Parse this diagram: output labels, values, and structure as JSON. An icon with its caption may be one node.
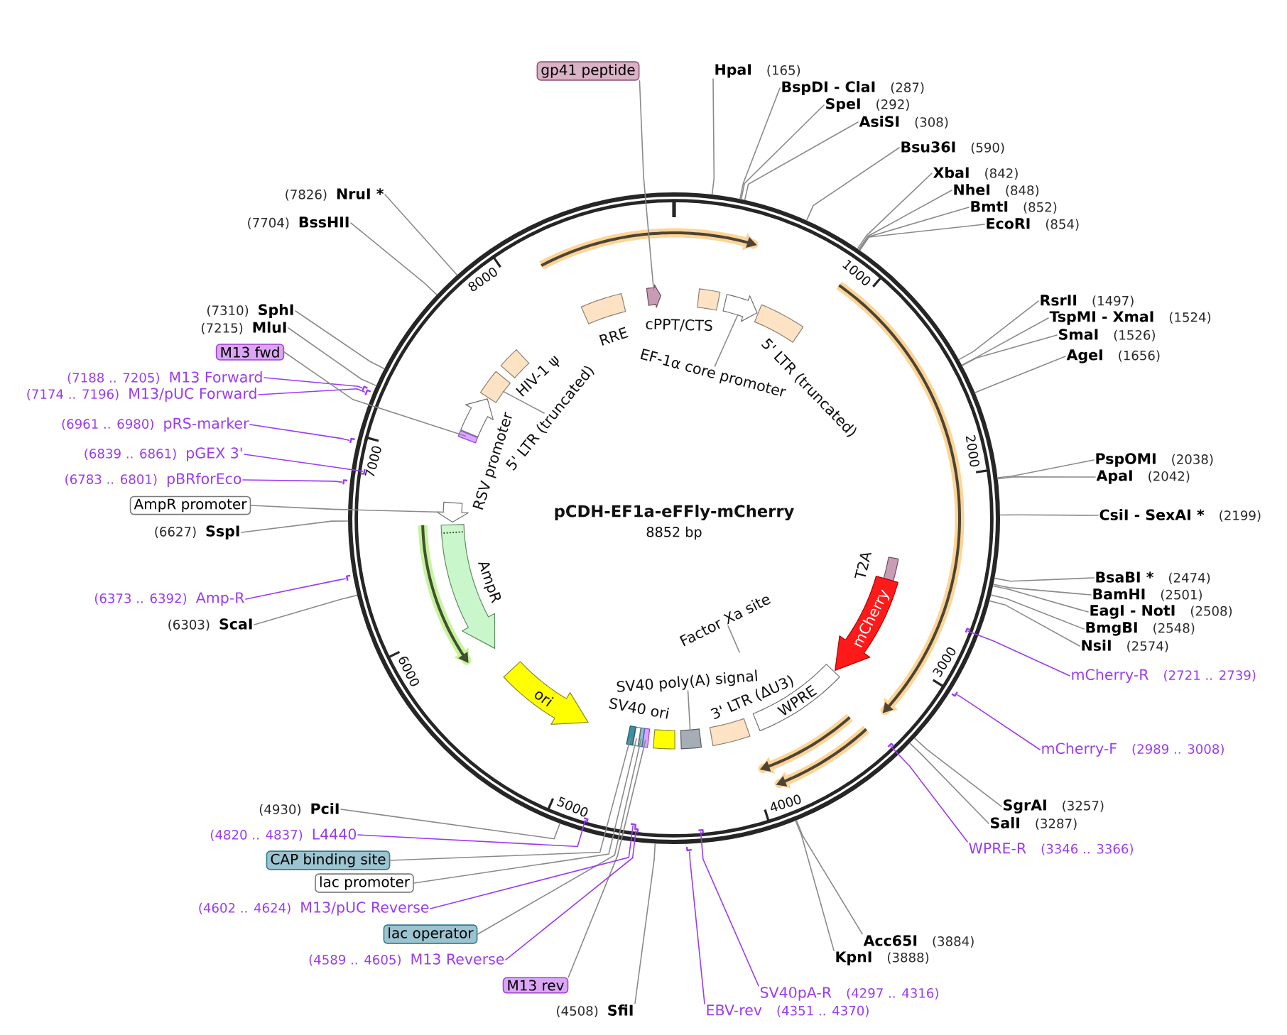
{
  "diagram": {
    "title": "pCDH-EF1a-eFFly-mCherry",
    "nodes": [
      {
        "text": [
          "gp41 peptide"
        ]
      },
      {
        "text": [
          "HpaI",
          "(165)"
        ]
      },
      {
        "text": [
          "BspDI - ClaI",
          "(287)"
        ]
      },
      {
        "text": [
          "SpeI",
          "(292)"
        ]
      },
      {
        "text": [
          "AsiSI",
          "(308)"
        ]
      },
      {
        "text": [
          "Bsu36I",
          "(590)"
        ]
      },
      {
        "text": [
          "XbaI",
          "(842)"
        ]
      },
      {
        "text": [
          "NheI",
          "(848)"
        ]
      },
      {
        "text": [
          "BmtI",
          "(852)"
        ]
      },
      {
        "text": [
          "EcoRI",
          "(854)"
        ]
      },
      {
        "text": [
          "RsrII",
          "(1497)"
        ]
      },
      {
        "text": [
          "TspMI - XmaI",
          "(1524)"
        ]
      },
      {
        "text": [
          "SmaI",
          "(1526)"
        ]
      },
      {
        "text": [
          "AgeI",
          "(1656)"
        ]
      },
      {
        "text": [
          "PspOMI",
          "(2038)"
        ]
      },
      {
        "text": [
          "ApaI",
          "(2042)"
        ]
      },
      {
        "text": [
          "CsiI - SexAI *",
          "(2199)"
        ]
      },
      {
        "text": [
          "BsaBI *",
          "(2474)"
        ]
      },
      {
        "text": [
          "BamHI",
          "(2501)"
        ]
      },
      {
        "text": [
          "EagI - NotI",
          "(2508)"
        ]
      },
      {
        "text": [
          "BmgBI",
          "(2548)"
        ]
      },
      {
        "text": [
          "NsiI",
          "(2574)"
        ]
      },
      {
        "text": [
          "mCherry-R",
          "(2721 .. 2739)"
        ]
      },
      {
        "text": [
          "mCherry-F",
          "(2989 .. 3008)"
        ]
      },
      {
        "text": [
          "SgrAI",
          "(3257)"
        ]
      },
      {
        "text": [
          "SalI",
          "(3287)"
        ]
      },
      {
        "text": [
          "WPRE-R",
          "(3346 .. 3366)"
        ]
      },
      {
        "text": [
          "Acc65I",
          "(3884)"
        ]
      },
      {
        "text": [
          "KpnI",
          "(3888)"
        ]
      },
      {
        "text": [
          "SV40pA-R",
          "(4297 .. 4316)"
        ]
      },
      {
        "text": [
          "EBV-rev",
          "(4351 .. 4370)"
        ]
      },
      {
        "text": [
          "(4508)",
          "SfiI"
        ]
      },
      {
        "text": [
          "M13 rev"
        ]
      },
      {
        "text": [
          "(4589 .. 4605)",
          "M13 Reverse"
        ]
      },
      {
        "text": [
          "lac operator"
        ]
      },
      {
        "text": [
          "(4602 .. 4624)",
          "M13/pUC Reverse"
        ]
      },
      {
        "text": [
          "lac promoter"
        ]
      },
      {
        "text": [
          "CAP binding site"
        ]
      },
      {
        "text": [
          "(4820 .. 4837)",
          "L4440"
        ]
      },
      {
        "text": [
          "(4930)",
          "PciI"
        ]
      },
      {
        "text": [
          "(6303)",
          "ScaI"
        ]
      },
      {
        "text": [
          "(6373 .. 6392)",
          "Amp-R"
        ]
      },
      {
        "text": [
          "(6627)",
          "SspI"
        ]
      },
      {
        "text": [
          "AmpR promoter"
        ]
      },
      {
        "text": [
          "(6783 .. 6801)",
          "pBRforEco"
        ]
      },
      {
        "text": [
          "(6839 .. 6861)",
          "pGEX 3'"
        ]
      },
      {
        "text": [
          "(6961 .. 6980)",
          "pRS-marker"
        ]
      },
      {
        "text": [
          "(7174 .. 7196)",
          "M13/pUC Forward"
        ]
      },
      {
        "text": [
          "(7188 .. 7205)",
          "M13 Forward"
        ]
      },
      {
        "text": [
          "M13 fwd"
        ]
      },
      {
        "text": [
          "(7215)",
          "MluI"
        ]
      },
      {
        "text": [
          "(7310)",
          "SphI"
        ]
      },
      {
        "text": [
          "(7704)",
          "BssHII"
        ]
      },
      {
        "text": [
          "(7826)",
          "NruI *"
        ]
      },
      {
        "text": [],
        "shape": "circle"
      },
      {
        "text": [
          "cPPT/CTS"
        ],
        "in": 54
      },
      {
        "text": [
          "EF-1α core promoter"
        ],
        "in": 54
      },
      {
        "text": [],
        "shape": "arrow",
        "in": 54
      },
      {
        "text": [
          "5' LTR (truncated)"
        ],
        "in": 54
      },
      {
        "text": [
          "T2A"
        ],
        "in": 54
      },
      {
        "text": [
          "mCherry"
        ],
        "in": 54
      },
      {
        "text": [
          "WPRE"
        ],
        "in": 54
      },
      {
        "text": [
          "Factor Xa site"
        ],
        "in": 54
      },
      {
        "text": [
          "3' LTR (ΔU3)"
        ],
        "in": 54
      },
      {
        "text": [
          "SV40 poly(A) signal"
        ],
        "in": 54
      },
      {
        "text": [],
        "shape": "box",
        "in": 54
      },
      {
        "text": [
          "SV40 ori"
        ],
        "in": 54
      },
      {
        "text": [],
        "shape": "bar",
        "in": 54
      },
      {
        "text": [],
        "shape": "bar",
        "in": 54
      },
      {
        "text": [],
        "shape": "bar",
        "in": 54
      },
      {
        "text": [],
        "shape": "bar",
        "in": 54
      },
      {
        "text": [
          "ori"
        ],
        "in": 54
      },
      {
        "text": [
          "AmpR"
        ],
        "in": 54
      },
      {
        "text": [],
        "shape": "arrow",
        "in": 54
      },
      {
        "text": [],
        "shape": "bar",
        "in": 54
      },
      {
        "text": [
          "RSV promoter"
        ],
        "in": 54
      },
      {
        "text": [
          "5' LTR (truncated)"
        ],
        "in": 54
      },
      {
        "text": [],
        "shape": "box",
        "in": 54
      },
      {
        "text": [
          "HIV-1 ψ"
        ],
        "in": 54
      },
      {
        "text": [
          "RRE"
        ],
        "in": 54
      },
      {
        "text": [],
        "shape": "arrow",
        "in": 54
      },
      {
        "text": [],
        "shape": "bar",
        "in": 54
      },
      {
        "text": [],
        "shape": "bar",
        "in": 54
      },
      {
        "text": [],
        "shape": "bar",
        "in": 54
      },
      {
        "text": [],
        "shape": "bar",
        "in": 54
      },
      {
        "text": [],
        "shape": "bar"
      },
      {
        "text": [],
        "shape": "bar",
        "in": 54
      },
      {
        "text": [],
        "shape": "bar",
        "in": 54
      },
      {
        "text": [],
        "shape": "bar",
        "in": 54
      },
      {
        "text": [],
        "shape": "bar",
        "in": 54
      },
      {
        "text": [],
        "shape": "bar",
        "in": 54
      },
      {
        "text": [],
        "shape": "bar",
        "in": 54
      },
      {
        "text": [],
        "shape": "bar",
        "in": 54
      },
      {
        "text": [],
        "shape": "bar",
        "in": 54
      },
      {
        "text": [],
        "shape": "bar",
        "in": 54
      }
    ],
    "edges": [
      {
        "from": 0,
        "to": 80,
        "arrow": "none"
      },
      {
        "from": 1,
        "to": 54,
        "arrow": "none"
      },
      {
        "from": 2,
        "to": 54,
        "arrow": "none"
      },
      {
        "from": 3,
        "to": 54,
        "arrow": "none"
      },
      {
        "from": 4,
        "to": 54,
        "arrow": "none"
      },
      {
        "from": 5,
        "to": 54,
        "arrow": "none"
      },
      {
        "from": 6,
        "to": 54,
        "arrow": "none"
      },
      {
        "from": 7,
        "to": 54,
        "arrow": "none"
      },
      {
        "from": 8,
        "to": 54,
        "arrow": "none"
      },
      {
        "from": 9,
        "to": 54,
        "arrow": "none"
      },
      {
        "from": 10,
        "to": 54,
        "arrow": "none"
      },
      {
        "from": 11,
        "to": 54,
        "arrow": "none"
      },
      {
        "from": 12,
        "to": 54,
        "arrow": "none"
      },
      {
        "from": 13,
        "to": 54,
        "arrow": "none"
      },
      {
        "from": 14,
        "to": 54,
        "arrow": "none"
      },
      {
        "from": 15,
        "to": 54,
        "arrow": "none"
      },
      {
        "from": 16,
        "to": 54,
        "arrow": "none"
      },
      {
        "from": 17,
        "to": 54,
        "arrow": "none"
      },
      {
        "from": 18,
        "to": 54,
        "arrow": "none"
      },
      {
        "from": 19,
        "to": 54,
        "arrow": "none"
      },
      {
        "from": 20,
        "to": 54,
        "arrow": "none"
      },
      {
        "from": 21,
        "to": 54,
        "arrow": "none"
      },
      {
        "from": 22,
        "to": 81,
        "arrow": "none",
        "color": "#9b3cf0"
      },
      {
        "from": 23,
        "to": 82,
        "arrow": "none",
        "color": "#9b3cf0"
      },
      {
        "from": 24,
        "to": 54,
        "arrow": "none"
      },
      {
        "from": 25,
        "to": 54,
        "arrow": "none"
      },
      {
        "from": 26,
        "to": 83,
        "arrow": "none",
        "color": "#9b3cf0"
      },
      {
        "from": 27,
        "to": 54,
        "arrow": "none"
      },
      {
        "from": 28,
        "to": 54,
        "arrow": "none"
      },
      {
        "from": 29,
        "to": 84,
        "arrow": "none",
        "color": "#9b3cf0"
      },
      {
        "from": 30,
        "to": 85,
        "arrow": "none",
        "color": "#9b3cf0"
      },
      {
        "from": 31,
        "to": 54,
        "arrow": "none"
      },
      {
        "from": 32,
        "to": 67,
        "arrow": "none"
      },
      {
        "from": 33,
        "to": 86,
        "arrow": "none",
        "color": "#9b3cf0"
      },
      {
        "from": 34,
        "to": 68,
        "arrow": "none"
      },
      {
        "from": 35,
        "to": 87,
        "arrow": "none",
        "color": "#9b3cf0"
      },
      {
        "from": 36,
        "to": 69,
        "arrow": "none"
      },
      {
        "from": 37,
        "to": 70,
        "arrow": "none"
      },
      {
        "from": 38,
        "to": 88,
        "arrow": "none",
        "color": "#9b3cf0"
      },
      {
        "from": 39,
        "to": 54,
        "arrow": "none"
      },
      {
        "from": 40,
        "to": 54,
        "arrow": "none"
      },
      {
        "from": 41,
        "to": 89,
        "arrow": "none",
        "color": "#9b3cf0"
      },
      {
        "from": 42,
        "to": 54,
        "arrow": "none"
      },
      {
        "from": 43,
        "to": 73,
        "arrow": "none"
      },
      {
        "from": 44,
        "to": 90,
        "arrow": "none",
        "color": "#9b3cf0"
      },
      {
        "from": 45,
        "to": 91,
        "arrow": "none",
        "color": "#9b3cf0"
      },
      {
        "from": 46,
        "to": 92,
        "arrow": "none",
        "color": "#9b3cf0"
      },
      {
        "from": 47,
        "to": 93,
        "arrow": "none",
        "color": "#9b3cf0"
      },
      {
        "from": 48,
        "to": 94,
        "arrow": "none",
        "color": "#9b3cf0"
      },
      {
        "from": 49,
        "to": 74,
        "arrow": "none"
      },
      {
        "from": 50,
        "to": 54,
        "arrow": "none"
      },
      {
        "from": 51,
        "to": 54,
        "arrow": "none"
      },
      {
        "from": 52,
        "to": 54,
        "arrow": "none"
      },
      {
        "from": 53,
        "to": 54,
        "arrow": "none"
      },
      {
        "from": 56,
        "to": 57,
        "arrow": "none"
      },
      {
        "from": 62,
        "to": null,
        "arrow": "none"
      },
      {
        "from": 64,
        "to": 65,
        "arrow": "none"
      },
      {
        "from": 76,
        "to": 77,
        "arrow": "none"
      }
    ],
    "labels": [
      "8852 bp",
      "1000",
      "2000",
      "3000",
      "4000",
      "5000",
      "6000",
      "7000",
      "8000"
    ]
  }
}
